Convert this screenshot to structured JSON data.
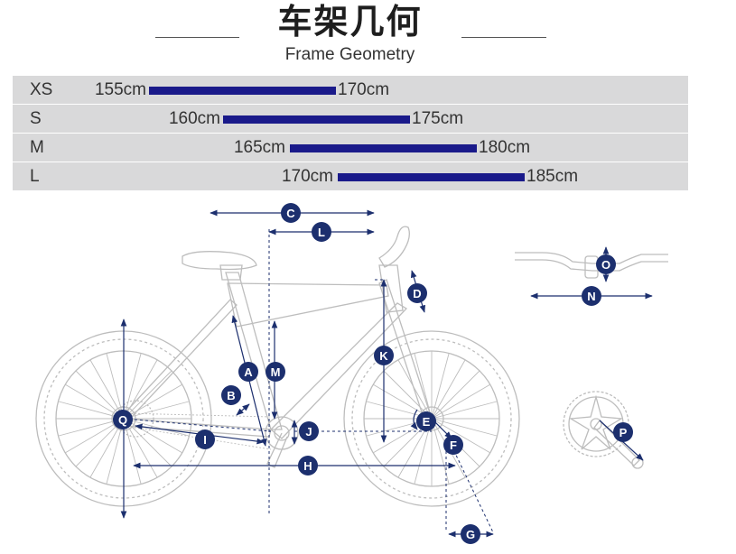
{
  "title": {
    "zh": "车架几何",
    "en": "Frame Geometry"
  },
  "size_table": {
    "rows": [
      {
        "size": "XS",
        "min": "155cm",
        "max": "170cm"
      },
      {
        "size": "S",
        "min": "160cm",
        "max": "175cm"
      },
      {
        "size": "M",
        "min": "165cm",
        "max": "180cm"
      },
      {
        "size": "L",
        "min": "170cm",
        "max": "185cm"
      }
    ]
  },
  "colors": {
    "bar": "#1a1a8a",
    "marker": "#1c2f6e",
    "row_bg": "#d9d9da",
    "outline": "#bdbdbd"
  },
  "markers": {
    "A": "A",
    "B": "B",
    "C": "C",
    "D": "D",
    "E": "E",
    "F": "F",
    "G": "G",
    "H": "H",
    "I": "I",
    "J": "J",
    "K": "K",
    "L": "L",
    "M": "M",
    "N": "N",
    "O": "O",
    "P": "P",
    "Q": "Q"
  }
}
